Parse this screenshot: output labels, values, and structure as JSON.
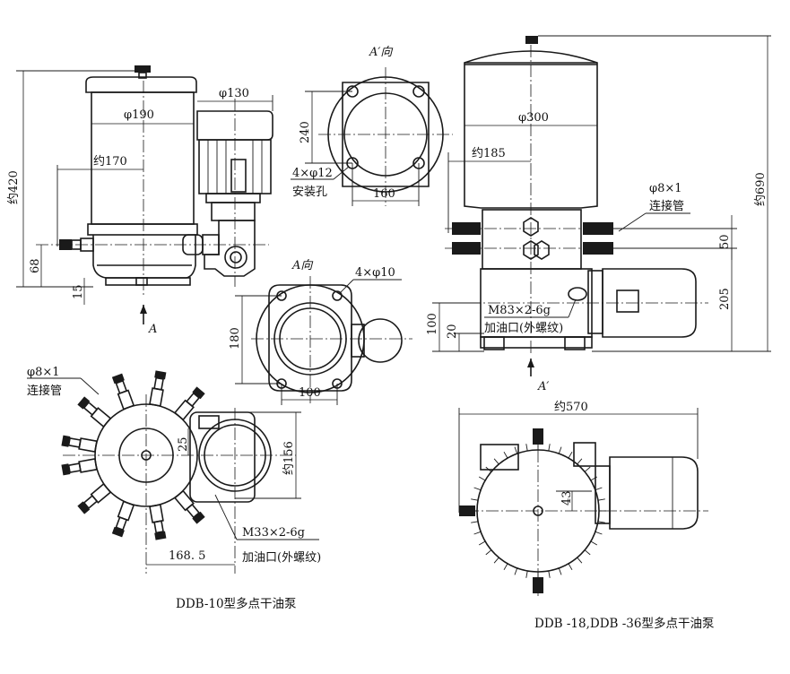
{
  "ddb10": {
    "caption": "DDB-10型多点干油泵",
    "dim_phi130": "φ130",
    "dim_phi190": "φ190",
    "dim_approx170": "约170",
    "dim_approx420": "约420",
    "dim_68": "68",
    "dim_15": "15",
    "view_a_mark": "A",
    "pipe_spec": "φ8×1",
    "pipe_name": "连接管",
    "dim_25": "25",
    "dim_approx156": "约156",
    "dim_168_5": "168. 5",
    "inlet_thread": "M33×2-6g",
    "inlet_name": "加油口(外螺纹)"
  },
  "view_a_prime": {
    "title": "A′向",
    "dim_240": "240",
    "dim_160": "160",
    "holes": "4×φ12",
    "holes_name": "安装孔"
  },
  "view_a": {
    "title": "A向",
    "holes": "4×φ10",
    "dim_180": "180",
    "dim_100": "100"
  },
  "ddb18": {
    "caption": "DDB -18,DDB -36型多点干油泵",
    "dim_phi300": "φ300",
    "dim_approx185": "约185",
    "dim_approx690": "约690",
    "pipe_spec": "φ8×1",
    "pipe_name": "连接管",
    "dim_50": "50",
    "dim_205": "205",
    "inlet_thread": "M83×2-6g",
    "inlet_name": "加油口(外螺纹)",
    "dim_100": "100",
    "dim_20": "20",
    "view_mark": "A′",
    "dim_approx570": "约570",
    "dim_43": "43"
  }
}
